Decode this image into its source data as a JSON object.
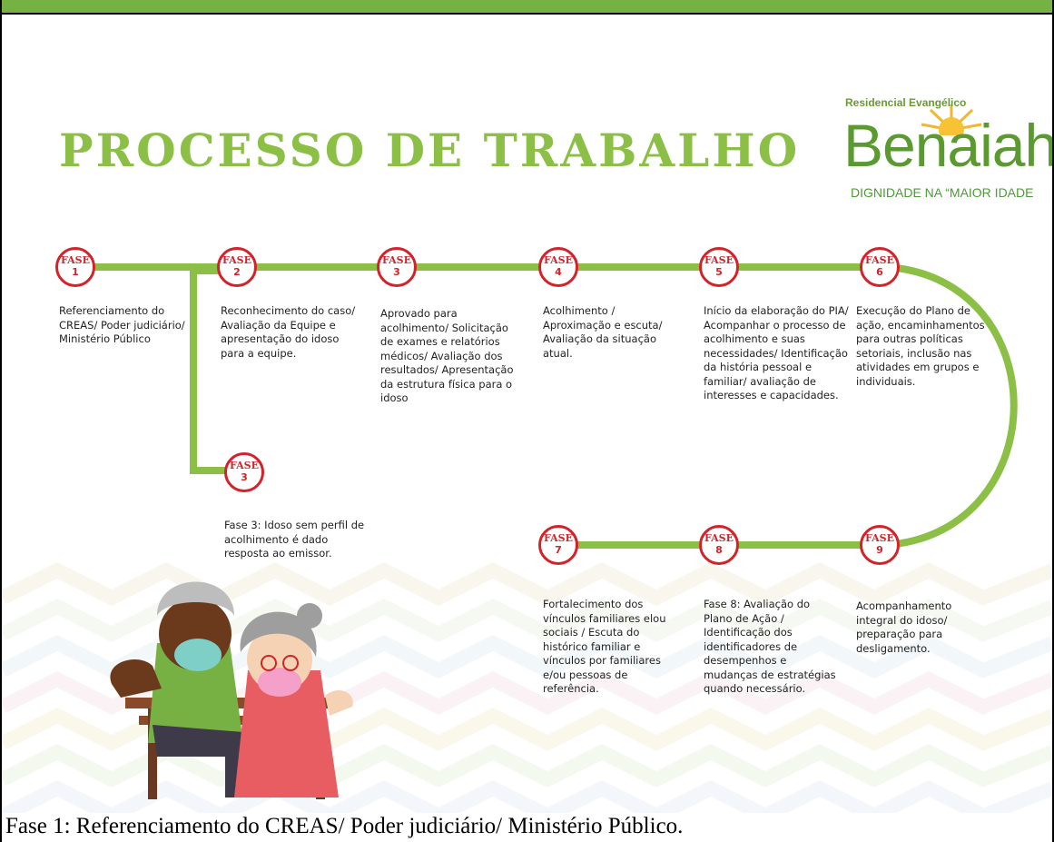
{
  "title": "PROCESSO DE TRABALHO",
  "logo": {
    "small": "Residencial Evangélico",
    "name": "Benaiah",
    "tagline": "DIGNIDADE NA “MAIOR IDADE"
  },
  "colors": {
    "line": "#8cbf46",
    "badge": "#d2232a",
    "title": "#8cbf46",
    "logo": "#5a9a30"
  },
  "phases": [
    {
      "word": "FASE",
      "num": "1",
      "text": "Referenciamento do CREAS/ Poder judiciário/ Ministério Público"
    },
    {
      "word": "FASE",
      "num": "2",
      "text": "Reconhecimento do caso/ Avaliação da Equipe e apresentação do idoso para a equipe."
    },
    {
      "word": "FASE",
      "num": "3",
      "text": "Aprovado para acolhimento/ Solicitação de exames e relatórios médicos/ Avaliação dos resultados/ Apresentação da estrutura física para o idoso"
    },
    {
      "word": "FASE",
      "num": "4",
      "text": "Acolhimento / Aproximação e escuta/ Avaliação da situação atual."
    },
    {
      "word": "FASE",
      "num": "5",
      "text": "Início da elaboração do PIA/ Acompanhar o processo de acolhimento e suas necessidades/ Identificação da história pessoal e familiar/ avaliação de interesses e capacidades."
    },
    {
      "word": "FASE",
      "num": "6",
      "text": "Execução do Plano de ação, encaminhamentos para outras políticas setoriais, inclusão nas atividades em grupos e individuais."
    },
    {
      "word": "FASE",
      "num": "3",
      "text": "Fase 3: Idoso sem perfil de acolhimento é dado resposta ao emissor."
    },
    {
      "word": "FASE",
      "num": "7",
      "text": "Fortalecimento dos vínculos familiares elou sociais / Escuta do histórico familiar e vínculos por familiares e/ou pessoas de referência."
    },
    {
      "word": "FASE",
      "num": "8",
      "text": "Fase 8: Avaliação do Plano de Ação / Identificação dos identificadores de desempenhos e mudanças de estratégias quando necessário."
    },
    {
      "word": "FASE",
      "num": "9",
      "text": "Acompanhamento integral do idoso/ preparação para desligamento."
    }
  ],
  "caption": "Fase 1: Referenciamento do CREAS/ Poder judiciário/ Ministério Público."
}
